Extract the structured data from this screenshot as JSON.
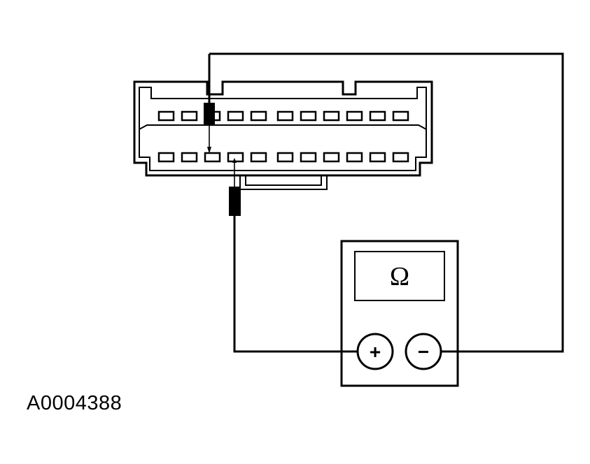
{
  "meter": {
    "display_symbol": "Ω",
    "positive_symbol": "+",
    "negative_symbol": "−"
  },
  "connector": {
    "pins_per_row": 11
  },
  "figure_id": "A0004388"
}
